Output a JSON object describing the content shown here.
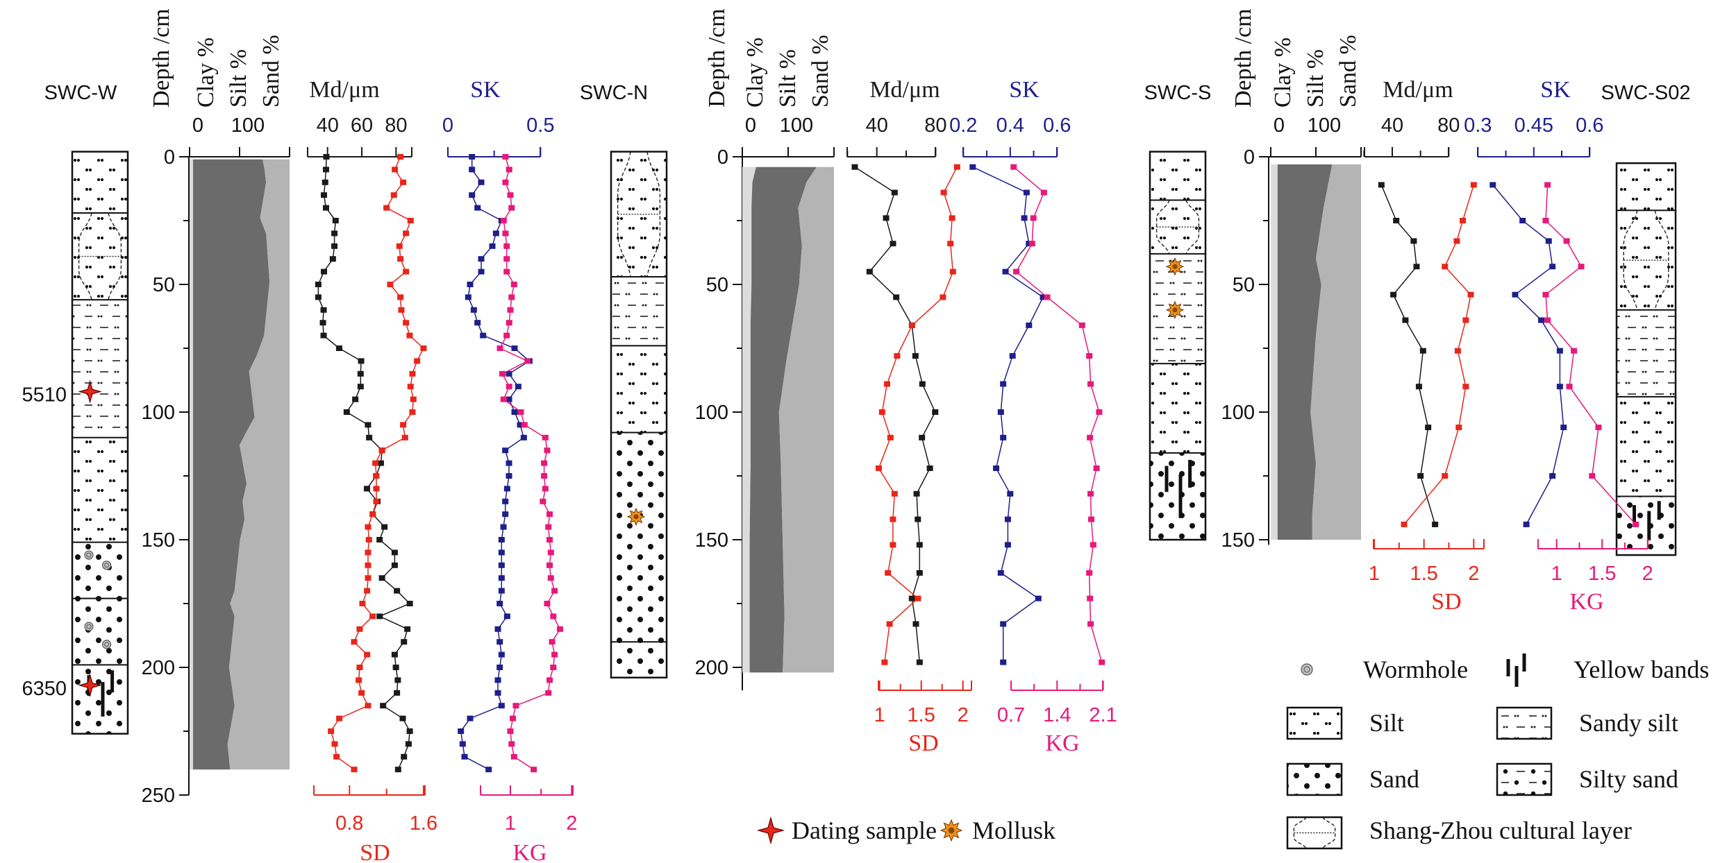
{
  "colors": {
    "md": "#1a1a1a",
    "sd": "#e8261a",
    "sk": "#1f1f8a",
    "kg": "#e6197a",
    "clay": "#dcdcdc",
    "silt": "#6b6b6b",
    "sand": "#b4b4b4",
    "dating": "#e8261a",
    "mollusk": "#f0901e"
  },
  "headers": {
    "depth": "Depth /cm",
    "clay": "Clay %",
    "silt": "Silt %",
    "sand": "Sand %"
  },
  "legend": {
    "dating_sample": "Dating sample",
    "mollusk": "Mollusk",
    "wormhole": "Wormhole",
    "yellow_bands": "Yellow bands",
    "silt": "Silt",
    "sandy_silt": "Sandy silt",
    "sand": "Sand",
    "silty_sand": "Silty sand",
    "cultural": "Shang-Zhou cultural layer"
  },
  "cores": [
    {
      "name": "SWC-W",
      "layers": [
        {
          "type": "Silt",
          "top": -2,
          "bottom": 22
        },
        {
          "type": "Shang-Zhou cultural layer",
          "top": 22,
          "bottom": 56
        },
        {
          "type": "Sandy silt",
          "top": 56,
          "bottom": 110
        },
        {
          "type": "Silt",
          "top": 110,
          "bottom": 151
        },
        {
          "type": "Sand",
          "top": 151,
          "bottom": 173
        },
        {
          "type": "Sand",
          "top": 173,
          "bottom": 199
        },
        {
          "type": "Sand",
          "top": 199,
          "bottom": 226,
          "yellow_bands": true
        }
      ],
      "wormholes": [
        156,
        160,
        184,
        191
      ],
      "mollusks": [],
      "dating_samples": [
        {
          "depth": 92,
          "label": "5510"
        },
        {
          "depth": 207,
          "label": "6350"
        }
      ]
    },
    {
      "name": "SWC-N",
      "layers": [
        {
          "type": "Shang-Zhou cultural layer",
          "top": -2,
          "bottom": 47
        },
        {
          "type": "Sandy silt",
          "top": 47,
          "bottom": 74
        },
        {
          "type": "Silt",
          "top": 74,
          "bottom": 108
        },
        {
          "type": "Sand",
          "top": 108,
          "bottom": 190
        },
        {
          "type": "Sand",
          "top": 190,
          "bottom": 204
        }
      ],
      "wormholes": [],
      "mollusks": [
        141
      ],
      "dating_samples": []
    },
    {
      "name": "SWC-S",
      "layers": [
        {
          "type": "Silt",
          "top": -2,
          "bottom": 17
        },
        {
          "type": "Shang-Zhou cultural layer",
          "top": 17,
          "bottom": 38
        },
        {
          "type": "Sandy silt",
          "top": 38,
          "bottom": 81
        },
        {
          "type": "Silt",
          "top": 81,
          "bottom": 116
        },
        {
          "type": "Sand",
          "top": 116,
          "bottom": 150,
          "yellow_bands": true
        }
      ],
      "wormholes": [],
      "mollusks": [
        43,
        60
      ],
      "dating_samples": []
    },
    {
      "name": "SWC-S02",
      "layers": [
        {
          "type": "Silt",
          "top": 2.5,
          "bottom": 21
        },
        {
          "type": "Shang-Zhou cultural layer",
          "top": 21,
          "bottom": 60
        },
        {
          "type": "Sandy silt",
          "top": 60,
          "bottom": 94
        },
        {
          "type": "Silt",
          "top": 94,
          "bottom": 133
        },
        {
          "type": "Sand",
          "top": 133,
          "bottom": 156,
          "yellow_bands": true
        }
      ],
      "wormholes": [],
      "mollusks": [],
      "dating_samples": []
    }
  ],
  "chart_data": [
    {
      "core": "SWC-W",
      "type": "line",
      "depth_axis": {
        "label": "Depth /cm",
        "range": [
          0,
          250
        ],
        "inverted": true,
        "ticks": [
          0,
          50,
          100,
          150,
          200,
          250
        ],
        "tick_labels": [
          "0",
          "50",
          "100",
          "150",
          "200",
          "250"
        ]
      },
      "grain_size": {
        "type": "area",
        "stacked": true,
        "ticks": [
          0,
          100,
          200
        ],
        "tick_labels": [
          "0",
          "100"
        ],
        "depth": [
          1,
          5,
          10,
          24,
          30,
          49,
          70,
          78,
          84,
          102,
          108,
          113,
          128,
          135,
          142,
          150,
          170,
          175,
          180,
          200,
          215,
          230,
          240
        ],
        "clay": [
          7,
          7,
          7,
          7,
          7,
          7,
          7,
          7,
          7,
          7,
          7,
          7,
          7,
          7,
          7,
          7,
          7,
          7,
          7,
          7,
          7,
          7,
          7
        ],
        "silt": [
          139,
          143,
          146,
          134,
          146,
          153,
          142,
          127,
          112,
          123,
          106,
          93,
          107,
          99,
          103,
          94,
          83,
          74,
          83,
          72,
          83,
          69,
          74
        ],
        "sand": [
          54,
          50,
          47,
          59,
          47,
          40,
          51,
          66,
          81,
          70,
          87,
          100,
          86,
          94,
          90,
          99,
          110,
          119,
          110,
          121,
          110,
          124,
          119
        ]
      },
      "depth": [
        0,
        5,
        10,
        15,
        20,
        25,
        30,
        35,
        40,
        45,
        50,
        55,
        60,
        65,
        70,
        75,
        80,
        85,
        90,
        95,
        100,
        105,
        110,
        115,
        120,
        125,
        130,
        135,
        140,
        145,
        150,
        155,
        160,
        165,
        170,
        175,
        180,
        185,
        190,
        195,
        200,
        205,
        210,
        215,
        220,
        225,
        230,
        235,
        240
      ],
      "series": [
        {
          "name": "Md/μm",
          "key": "md",
          "axis": "top",
          "ticks": [
            40,
            60,
            80
          ],
          "tick_labels": [
            "40",
            "60",
            "80"
          ],
          "values": [
            39.3,
            39.1,
            38.6,
            37.9,
            39.1,
            44.7,
            44.0,
            44.0,
            43.1,
            37.9,
            34.6,
            34.6,
            37.7,
            37.3,
            37.7,
            46.8,
            59.6,
            59.3,
            59.3,
            56.2,
            51.2,
            63.6,
            64.3,
            71.8,
            71.1,
            68.4,
            63.0,
            69.1,
            66.4,
            73.2,
            70.4,
            79.2,
            79.2,
            71.8,
            80.5,
            88.0,
            70.4,
            86.6,
            84.6,
            79.2,
            79.9,
            81.0,
            80.5,
            72.4,
            83.9,
            88.0,
            87.3,
            84.6,
            81.2
          ]
        },
        {
          "name": "SD",
          "key": "sd",
          "axis": "bottom",
          "ticks": [
            0.8,
            1.2,
            1.6
          ],
          "tick_labels": [
            "0.8",
            "1.6"
          ],
          "values": [
            1.35,
            1.29,
            1.38,
            1.28,
            1.2,
            1.46,
            1.41,
            1.34,
            1.35,
            1.41,
            1.24,
            1.35,
            1.36,
            1.41,
            1.45,
            1.6,
            1.53,
            1.48,
            1.46,
            1.49,
            1.48,
            1.38,
            1.4,
            1.15,
            1.08,
            1.09,
            1.09,
            1.09,
            1.05,
            1.0,
            1.01,
            1.0,
            1.0,
            1.0,
            0.99,
            0.94,
            1.05,
            0.91,
            0.85,
            0.99,
            0.91,
            0.9,
            0.93,
            1.0,
            0.69,
            0.6,
            0.64,
            0.66,
            0.85
          ]
        },
        {
          "name": "SK",
          "key": "sk",
          "axis": "top",
          "ticks": [
            0,
            0.25,
            0.5
          ],
          "tick_labels": [
            "0",
            "0.5"
          ],
          "values": [
            0.13,
            0.13,
            0.18,
            0.13,
            0.16,
            0.29,
            0.26,
            0.24,
            0.18,
            0.18,
            0.12,
            0.11,
            0.14,
            0.16,
            0.19,
            0.36,
            0.44,
            0.33,
            0.38,
            0.33,
            0.36,
            0.39,
            0.41,
            0.31,
            0.33,
            0.33,
            0.32,
            0.31,
            0.31,
            0.3,
            0.29,
            0.29,
            0.29,
            0.29,
            0.29,
            0.28,
            0.32,
            0.27,
            0.28,
            0.29,
            0.28,
            0.27,
            0.27,
            0.29,
            0.12,
            0.07,
            0.08,
            0.09,
            0.22
          ]
        },
        {
          "name": "KG",
          "key": "kg",
          "axis": "bottom",
          "ticks": [
            1,
            1.5,
            2
          ],
          "tick_labels": [
            "1",
            "2"
          ],
          "values": [
            0.92,
            0.98,
            0.92,
            1.0,
            1.02,
            0.89,
            0.92,
            0.94,
            0.94,
            0.94,
            1.06,
            1.02,
            1.0,
            0.98,
            0.94,
            0.83,
            1.28,
            0.87,
            0.98,
            0.89,
            1.17,
            1.23,
            1.57,
            1.6,
            1.55,
            1.55,
            1.57,
            1.53,
            1.64,
            1.62,
            1.64,
            1.66,
            1.64,
            1.66,
            1.72,
            1.6,
            1.7,
            1.81,
            1.68,
            1.72,
            1.7,
            1.64,
            1.62,
            1.09,
            1.04,
            1.0,
            1.02,
            1.06,
            1.38
          ]
        }
      ]
    },
    {
      "core": "SWC-N",
      "type": "line",
      "depth_axis": {
        "label": "Depth /cm",
        "range": [
          0,
          209
        ],
        "inverted": true,
        "ticks": [
          0,
          50,
          100,
          150,
          200
        ],
        "tick_labels": [
          "0",
          "50",
          "100",
          "150",
          "200"
        ]
      },
      "grain_size": {
        "type": "area",
        "stacked": true,
        "ticks": [
          0,
          50,
          100
        ],
        "tick_labels": [
          "0",
          "100"
        ],
        "depth": [
          4,
          10,
          20,
          35,
          50,
          65,
          80,
          100,
          120,
          150,
          180,
          202
        ],
        "clay": [
          15,
          11,
          10,
          10,
          10,
          9,
          9,
          9,
          9,
          8,
          8,
          8
        ],
        "silt": [
          66,
          59,
          51,
          55,
          52,
          46,
          39,
          31,
          33,
          36,
          38,
          36
        ],
        "sand": [
          19,
          30,
          39,
          35,
          38,
          45,
          52,
          60,
          58,
          56,
          54,
          56
        ]
      },
      "depth": [
        4,
        14,
        24,
        34,
        45,
        55,
        66,
        78,
        89,
        100,
        110,
        122,
        132,
        142,
        152,
        163,
        173,
        183,
        198
      ],
      "series": [
        {
          "name": "Md/μm",
          "key": "md",
          "axis": "top",
          "ticks": [
            20,
            40,
            60,
            80
          ],
          "tick_labels": [
            "40",
            "80"
          ],
          "values": [
            25.0,
            52.1,
            46.3,
            51.0,
            35.1,
            53.2,
            63.9,
            66.3,
            71.0,
            79.7,
            70.7,
            76.1,
            67.1,
            67.9,
            69.1,
            69.1,
            63.9,
            66.6,
            69.1
          ]
        },
        {
          "name": "SD",
          "key": "sd",
          "axis": "bottom",
          "ticks": [
            1,
            1.25,
            1.5,
            1.75,
            2
          ],
          "tick_labels": [
            "1",
            "1.5",
            "2"
          ],
          "values": [
            1.93,
            1.77,
            1.87,
            1.85,
            1.88,
            1.76,
            1.39,
            1.21,
            1.09,
            1.03,
            1.13,
            0.99,
            1.18,
            1.16,
            1.16,
            1.1,
            1.46,
            1.12,
            1.06
          ]
        },
        {
          "name": "SK",
          "key": "sk",
          "axis": "top",
          "ticks": [
            0.2,
            0.3,
            0.4,
            0.5,
            0.6
          ],
          "tick_labels": [
            "0.2",
            "0.4",
            "0.6"
          ],
          "values": [
            0.24,
            0.47,
            0.46,
            0.48,
            0.38,
            0.54,
            0.48,
            0.41,
            0.37,
            0.36,
            0.37,
            0.34,
            0.4,
            0.39,
            0.39,
            0.36,
            0.52,
            0.37,
            0.37
          ]
        },
        {
          "name": "KG",
          "key": "kg",
          "axis": "bottom",
          "ticks": [
            0.7,
            1.05,
            1.4,
            1.75,
            2.1
          ],
          "tick_labels": [
            "0.7",
            "1.4",
            "2.1"
          ],
          "values": [
            0.74,
            1.2,
            1.04,
            1.02,
            0.78,
            1.25,
            1.78,
            1.89,
            1.91,
            2.04,
            1.9,
            2.0,
            1.91,
            1.92,
            1.95,
            1.89,
            1.9,
            1.91,
            2.08
          ]
        }
      ]
    },
    {
      "core": "SWC-S",
      "type": "line",
      "depth_axis": {
        "label": "Depth /cm",
        "range": [
          0,
          152
        ],
        "inverted": true,
        "ticks": [
          0,
          50,
          100,
          150
        ],
        "tick_labels": [
          "0",
          "50",
          "100",
          "150"
        ]
      },
      "grain_size": {
        "type": "area",
        "stacked": true,
        "ticks": [
          0,
          100,
          200
        ],
        "tick_labels": [
          "0",
          "100"
        ],
        "depth": [
          3,
          20,
          40,
          50,
          70,
          100,
          120,
          140,
          150
        ],
        "clay": [
          15,
          15,
          15,
          15,
          15,
          15,
          15,
          15,
          15
        ],
        "silt": [
          121,
          102,
          85,
          97,
          85,
          73,
          85,
          77,
          77
        ],
        "sand": [
          64,
          83,
          100,
          88,
          100,
          112,
          100,
          108,
          108
        ]
      },
      "depth": [
        11,
        25,
        33,
        43,
        54,
        64,
        76,
        90,
        106,
        125,
        144
      ],
      "series": [
        {
          "name": "Md/μm",
          "key": "md",
          "axis": "top",
          "ticks": [
            20,
            40,
            60,
            80
          ],
          "tick_labels": [
            "40",
            "80"
          ],
          "values": [
            32.3,
            42.8,
            55.2,
            57.2,
            40.8,
            49.3,
            61.8,
            58.9,
            65.4,
            60.0,
            70.3
          ]
        },
        {
          "name": "SD",
          "key": "sd",
          "axis": "bottom",
          "ticks": [
            1,
            1.25,
            1.5,
            1.75,
            2
          ],
          "tick_labels": [
            "1",
            "1.5",
            "2"
          ],
          "values": [
            2.0,
            1.89,
            1.83,
            1.71,
            1.97,
            1.92,
            1.84,
            1.92,
            1.85,
            1.71,
            1.3
          ]
        },
        {
          "name": "SK",
          "key": "sk",
          "axis": "top",
          "ticks": [
            0.3,
            0.375,
            0.45,
            0.525,
            0.6
          ],
          "tick_labels": [
            "0.3",
            "0.45",
            "0.6"
          ],
          "values": [
            0.34,
            0.42,
            0.49,
            0.5,
            0.4,
            0.47,
            0.52,
            0.52,
            0.53,
            0.5,
            0.43
          ]
        },
        {
          "name": "KG",
          "key": "kg",
          "axis": "bottom",
          "ticks": [
            1,
            1.25,
            1.5,
            1.75,
            2
          ],
          "tick_labels": [
            "1",
            "1.5",
            "2"
          ],
          "values": [
            0.9,
            0.88,
            1.11,
            1.27,
            0.88,
            0.9,
            1.19,
            1.14,
            1.46,
            1.39,
            1.87
          ]
        }
      ]
    }
  ]
}
